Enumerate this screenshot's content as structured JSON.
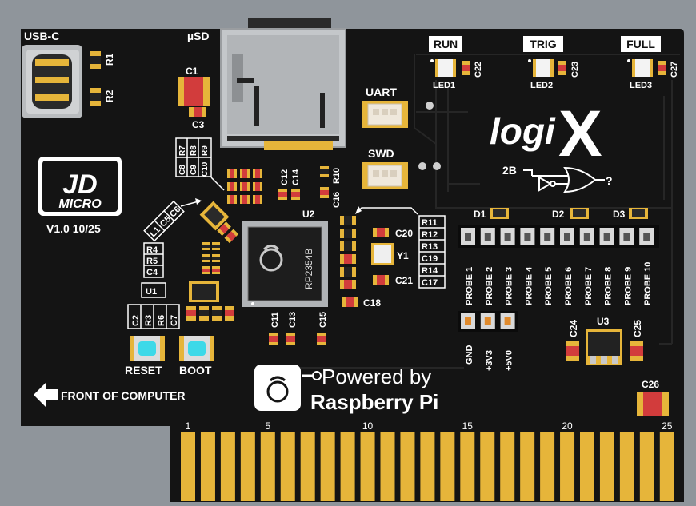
{
  "board": {
    "colors": {
      "background": "#8f959b",
      "pcb": "#141414",
      "silk": "#ffffff",
      "gold": "#e6b53a",
      "trace": "#202020"
    }
  },
  "labels": {
    "usb": "USB-C",
    "usd": "µSD",
    "uart": "UART",
    "swd": "SWD",
    "run": "RUN",
    "trig": "TRIG",
    "full": "FULL",
    "led1": "LED1",
    "led2": "LED2",
    "led3": "LED3",
    "r1": "R1",
    "r2": "R2",
    "c1": "C1",
    "c3": "C3",
    "c22": "C22",
    "c23": "C23",
    "c27": "C27",
    "c12": "C12",
    "c14": "C14",
    "c16": "C16",
    "r10": "R10",
    "c11": "C11",
    "c13": "C13",
    "c15": "C15",
    "c18": "C18",
    "c20": "C20",
    "c21": "C21",
    "y1": "Y1",
    "u1": "U1",
    "u2": "U2",
    "u3": "U3",
    "c24": "C24",
    "c25": "C25",
    "c26": "C26",
    "d1": "D1",
    "d2": "D2",
    "d3": "D3",
    "chip": "RP2354B",
    "version": "V1.0 10/25",
    "reset": "RESET",
    "boot": "BOOT",
    "front": "FRONT OF COMPUTER",
    "powered": "Powered by",
    "raspberry": "Raspberry Pi",
    "logo_jd": "JD",
    "logo_micro": "MICRO",
    "logix_text": "logi",
    "logix_x": "X",
    "gate_2b": "2B",
    "gate_q": "?"
  },
  "boxes": {
    "left_stack": [
      [
        "C8",
        "R7"
      ],
      [
        "C9",
        "R8"
      ],
      [
        "C10",
        "R9"
      ]
    ],
    "l1_group": [
      "L1",
      "C5",
      "C6"
    ],
    "r_stack": [
      "R4",
      "R5",
      "C4"
    ],
    "rc_row": [
      "C2",
      "R3",
      "R6",
      "C7"
    ],
    "right_stack": [
      "R11",
      "R12",
      "R13",
      "C19",
      "R14",
      "C17"
    ]
  },
  "probes": [
    "PROBE 1",
    "PROBE 2",
    "PROBE 3",
    "PROBE 4",
    "PROBE 5",
    "PROBE 6",
    "PROBE 7",
    "PROBE 8",
    "PROBE 9",
    "PROBE 10"
  ],
  "power_pins": [
    "GND",
    "+3V3",
    "+5V0"
  ],
  "edge_numbers": [
    "1",
    "5",
    "10",
    "15",
    "20",
    "25"
  ]
}
